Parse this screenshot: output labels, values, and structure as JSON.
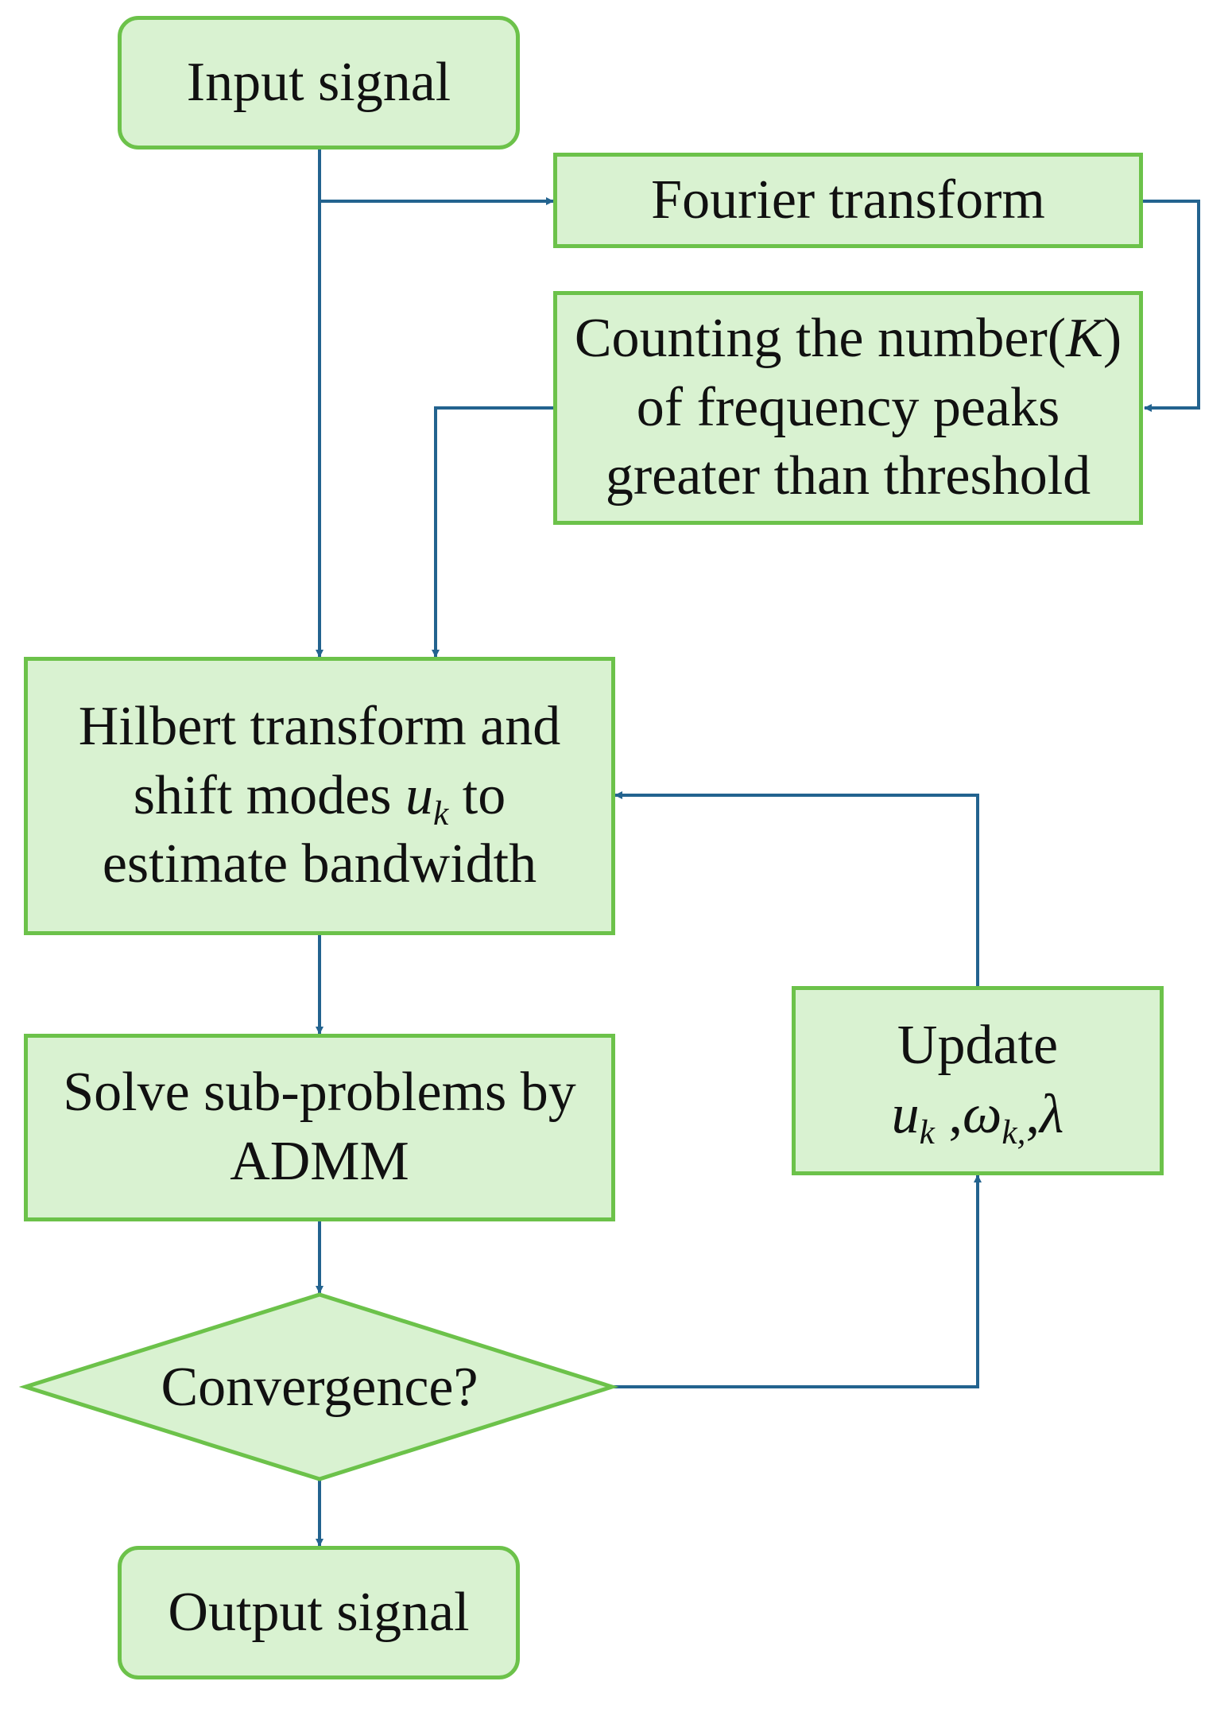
{
  "nodes": {
    "input": "Input signal",
    "fourier": "Fourier transform",
    "counting": {
      "line1_prefix": "Counting the number(",
      "line1_var": "K",
      "line1_suffix": ")",
      "line2": "of frequency peaks",
      "line3": "greater than threshold"
    },
    "hilbert": {
      "line1": "Hilbert transform and",
      "line2_prefix": "shift modes ",
      "line2_var": "u",
      "line2_sub": "k",
      "line2_suffix": " to",
      "line3": "estimate bandwidth"
    },
    "admm": {
      "line1": "Solve sub-problems by",
      "line2": "ADMM"
    },
    "convergence": "Convergence?",
    "update": {
      "line1": "Update",
      "u": "u",
      "u_sub": "k",
      "sep1": " ,",
      "omega": "ω",
      "omega_sub": "k,",
      "sep2": ",",
      "lambda": "λ"
    },
    "output": "Output signal"
  },
  "colors": {
    "box_fill": "#d9f2d1",
    "box_border": "#6cc24a",
    "arrow": "#23638f"
  }
}
